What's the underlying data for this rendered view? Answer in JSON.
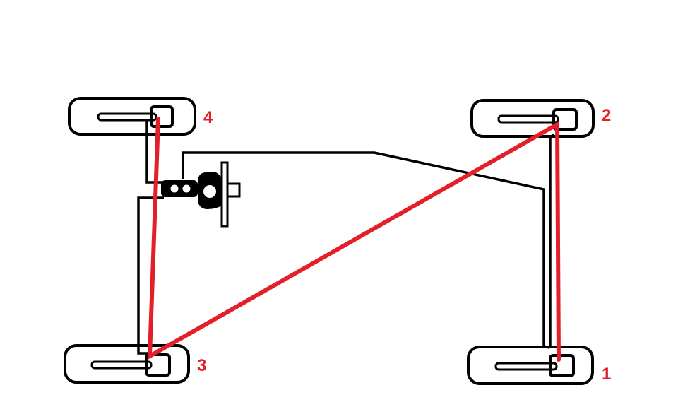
{
  "diagram": {
    "labels": {
      "wheel_1": "1",
      "wheel_2": "2",
      "wheel_3": "3",
      "wheel_4": "4"
    },
    "colors": {
      "brake_line": "#e3202a",
      "outline": "#000000",
      "background": "#ffffff"
    },
    "bleeding_order": [
      "1",
      "2",
      "3",
      "4"
    ]
  }
}
